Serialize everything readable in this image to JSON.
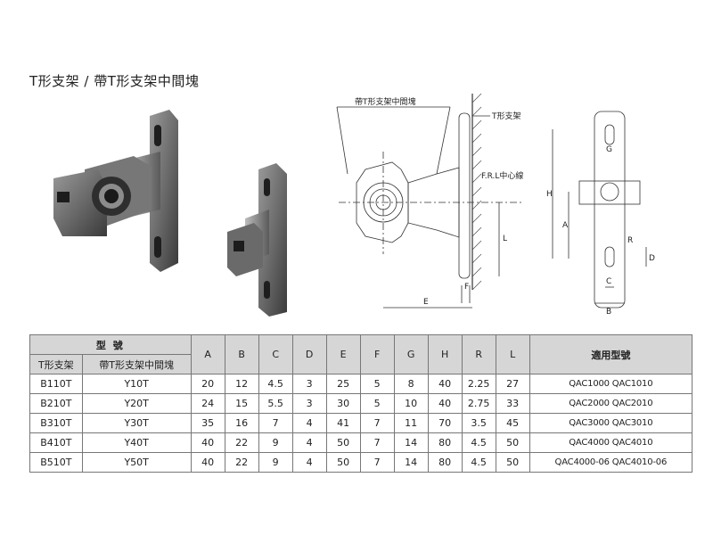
{
  "title": "T形支架 / 帶T形支架中間塊",
  "drawing": {
    "label_adapter": "帶T形支架中間塊",
    "label_bracket": "T形支架",
    "label_frl": "F.R.L中心線",
    "dim_labels": [
      "E",
      "F",
      "L",
      "G",
      "H",
      "A",
      "R",
      "D",
      "C",
      "B"
    ]
  },
  "table": {
    "header_model": "型 號",
    "header_t_bracket": "T形支架",
    "header_adapter": "帶T形支架中間塊",
    "dims": [
      "A",
      "B",
      "C",
      "D",
      "E",
      "F",
      "G",
      "H",
      "R",
      "L"
    ],
    "header_apply": "適用型號",
    "rows": [
      {
        "t": "B110T",
        "y": "Y10T",
        "vals": [
          "20",
          "12",
          "4.5",
          "3",
          "25",
          "5",
          "8",
          "40",
          "2.25",
          "27"
        ],
        "apply": "QAC1000 QAC1010"
      },
      {
        "t": "B210T",
        "y": "Y20T",
        "vals": [
          "24",
          "15",
          "5.5",
          "3",
          "30",
          "5",
          "10",
          "40",
          "2.75",
          "33"
        ],
        "apply": "QAC2000 QAC2010"
      },
      {
        "t": "B310T",
        "y": "Y30T",
        "vals": [
          "35",
          "16",
          "7",
          "4",
          "41",
          "7",
          "11",
          "70",
          "3.5",
          "45"
        ],
        "apply": "QAC3000 QAC3010"
      },
      {
        "t": "B410T",
        "y": "Y40T",
        "vals": [
          "40",
          "22",
          "9",
          "4",
          "50",
          "7",
          "14",
          "80",
          "4.5",
          "50"
        ],
        "apply": "QAC4000 QAC4010"
      },
      {
        "t": "B510T",
        "y": "Y50T",
        "vals": [
          "40",
          "22",
          "9",
          "4",
          "50",
          "7",
          "14",
          "80",
          "4.5",
          "50"
        ],
        "apply": "QAC4000-06 QAC4010-06"
      }
    ]
  }
}
